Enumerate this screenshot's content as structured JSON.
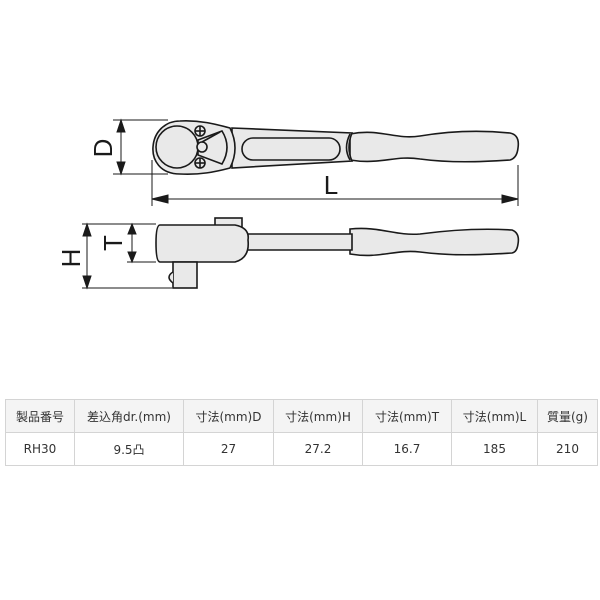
{
  "drawing": {
    "labels": {
      "D": "D",
      "L": "L",
      "H": "H",
      "T": "T"
    },
    "stroke_color": "#1a1a1a",
    "fill_color": "#e9e9e9"
  },
  "spec_table": {
    "headers": [
      "製品番号",
      "差込角dr.(mm)",
      "寸法(mm)D",
      "寸法(mm)H",
      "寸法(mm)T",
      "寸法(mm)L",
      "質量(g)"
    ],
    "rows": [
      [
        "RH30",
        "9.5凸",
        "27",
        "27.2",
        "16.7",
        "185",
        "210"
      ]
    ]
  }
}
